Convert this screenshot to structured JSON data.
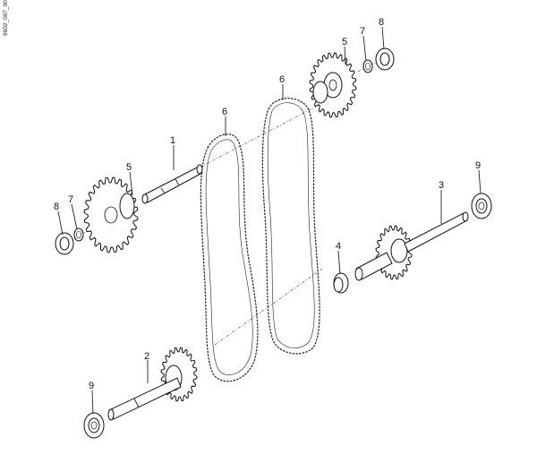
{
  "drawing_code": "9602_007_00",
  "callouts": {
    "c1": "1",
    "c2": "2",
    "c3": "3",
    "c4": "4",
    "c5a": "5",
    "c5b": "5",
    "c6a": "6",
    "c6b": "6",
    "c7a": "7",
    "c7b": "7",
    "c8a": "8",
    "c8b": "8",
    "c9a": "9",
    "c9b": "9"
  }
}
